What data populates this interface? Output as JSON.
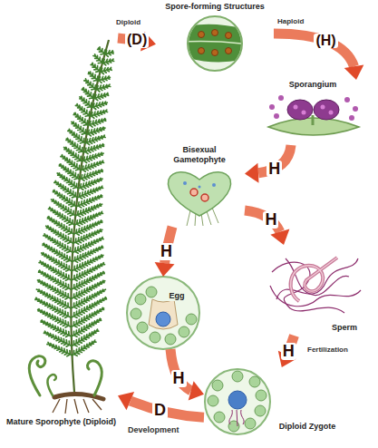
{
  "diagram": {
    "nodes": [
      {
        "text": [
          "Spore-forming Structures"
        ]
      },
      {
        "text": [
          "Sporangium"
        ]
      },
      {
        "text": [
          "Bisexual Gametophyte"
        ]
      },
      {
        "text": [
          "Egg"
        ]
      },
      {
        "text": [
          "Sperm"
        ]
      },
      {
        "text": [
          "Diploid Zygote"
        ]
      },
      {
        "text": [
          "Mature Sporophyte (Diploid)"
        ]
      }
    ],
    "edges": [
      {
        "from": 6,
        "to": 0,
        "arrow": "to",
        "label": "(D)"
      },
      {
        "from": 0,
        "to": 1,
        "arrow": "to",
        "label": "(H)"
      },
      {
        "from": 1,
        "to": 2,
        "arrow": "to",
        "label": "H"
      },
      {
        "from": 2,
        "to": 3,
        "arrow": "to",
        "label": "H"
      },
      {
        "from": 2,
        "to": 4,
        "arrow": "to",
        "label": "H"
      },
      {
        "from": 3,
        "to": 5,
        "arrow": "to",
        "label": "H"
      },
      {
        "from": 4,
        "to": 5,
        "arrow": "to",
        "label": "H"
      },
      {
        "from": 5,
        "to": 6,
        "arrow": "to",
        "label": "D"
      }
    ],
    "labels": [
      "Diploid",
      "Haploid",
      "Fertilization",
      "Development"
    ]
  }
}
